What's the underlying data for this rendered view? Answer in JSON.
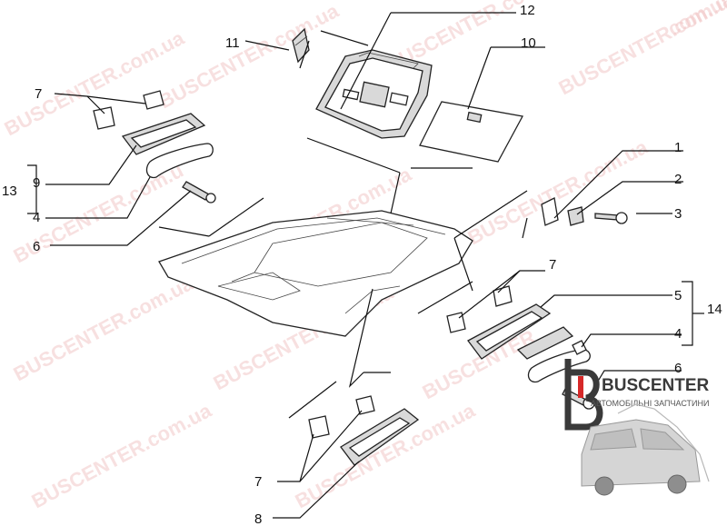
{
  "callouts": [
    {
      "id": "c12",
      "label": "12"
    },
    {
      "id": "c11",
      "label": "11"
    },
    {
      "id": "c10",
      "label": "10"
    },
    {
      "id": "c7a",
      "label": "7"
    },
    {
      "id": "c13",
      "label": "13"
    },
    {
      "id": "c9",
      "label": "9"
    },
    {
      "id": "c4a",
      "label": "4"
    },
    {
      "id": "c6a",
      "label": "6"
    },
    {
      "id": "c1",
      "label": "1"
    },
    {
      "id": "c2",
      "label": "2"
    },
    {
      "id": "c3",
      "label": "3"
    },
    {
      "id": "c7b",
      "label": "7"
    },
    {
      "id": "c5",
      "label": "5"
    },
    {
      "id": "c14",
      "label": "14"
    },
    {
      "id": "c4b",
      "label": "4"
    },
    {
      "id": "c6b",
      "label": "6"
    },
    {
      "id": "c7c",
      "label": "7"
    },
    {
      "id": "c8",
      "label": "8"
    }
  ],
  "watermark": {
    "text_a": "BUSCENTER.com.ua",
    "text_b": "BUSCENTER",
    "text_c": "com.ua",
    "text_d": "BUSCENTER.com.u"
  },
  "logo": {
    "brand": "BUSCENTER",
    "subtitle": "АВТОМОБІЛЬНІ ЗАПЧАСТИНИ",
    "accent_color": "#d62828",
    "text_color": "#3a3a3a"
  },
  "icons": {
    "headliner": "roof-headliner-icon",
    "console": "roof-console-icon",
    "lamp_lens": "lamp-lens-icon",
    "screw": "screw-icon",
    "clip": "clip-icon",
    "handle": "grab-handle-icon",
    "van": "van-icon"
  }
}
